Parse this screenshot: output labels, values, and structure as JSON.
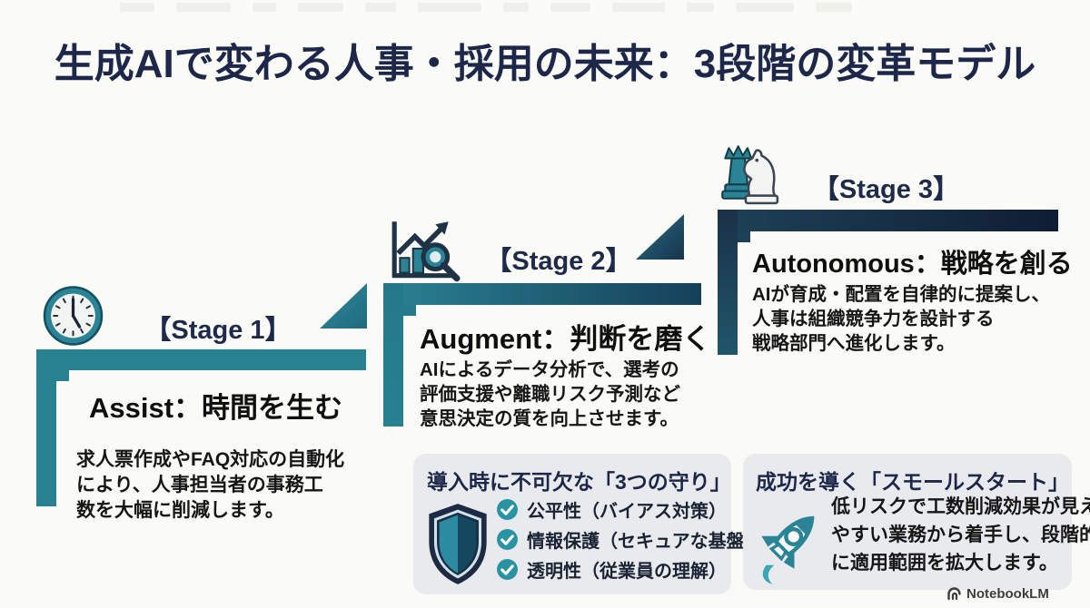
{
  "title": "生成AIで変わる人事・採用の未来：3段階の変革モデル",
  "colors": {
    "background": "#fafaf7",
    "navy": "#1c2749",
    "teal": "#27818f",
    "dark_navy": "#101d33",
    "callout_bg": "#e8eaed",
    "check_teal": "#2a93a3"
  },
  "stages": [
    {
      "label": "【Stage 1】",
      "icon": "clock-icon",
      "heading": "Assist：時間を生む",
      "lines": [
        "求人票作成やFAQ対応の自動化",
        "により、人事担当者の事務工",
        "数を大幅に削減します。"
      ]
    },
    {
      "label": "【Stage 2】",
      "icon": "chart-growth-magnifier-icon",
      "heading": "Augment：判断を磨く",
      "lines": [
        "AIによるデータ分析で、選考の",
        "評価支援や離職リスク予測など",
        "意思決定の質を向上させます。"
      ]
    },
    {
      "label": "【Stage 3】",
      "icon": "chess-pieces-icon",
      "heading": "Autonomous：戦略を創る",
      "lines": [
        "AIが育成・配置を自律的に提案し、",
        "人事は組織競争力を設計する",
        "戦略部門へ進化します。"
      ]
    }
  ],
  "callouts": {
    "safeguards": {
      "title": "導入時に不可欠な「3つの守り」",
      "icon": "shield-icon",
      "items": [
        "公平性（バイアス対策）",
        "情報保護（セキュアな基盤）",
        "透明性（従業員の理解）"
      ]
    },
    "small_start": {
      "title": "成功を導く「スモールスタート」",
      "icon": "rocket-icon",
      "lines": [
        "低リスクで工数削減効果が見え",
        "やすい業務から着手し、段階的",
        "に適用範囲を拡大します。"
      ]
    }
  },
  "footer": {
    "brand": "NotebookLM",
    "icon": "notebooklm-logo-icon"
  }
}
